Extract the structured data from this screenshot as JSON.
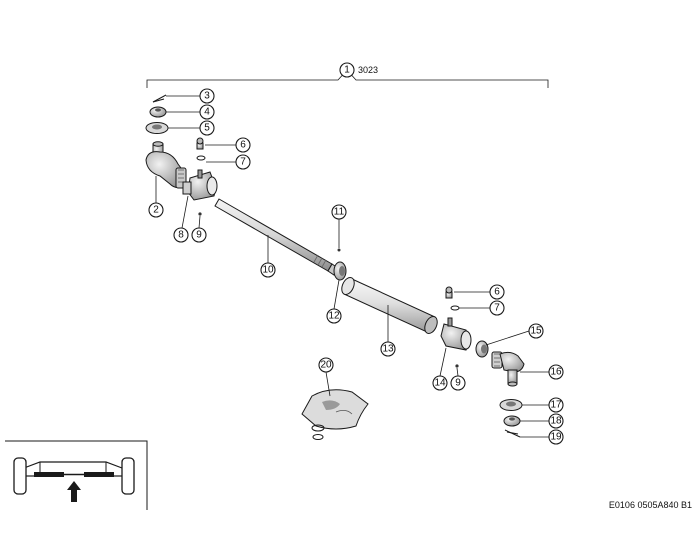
{
  "assembly": {
    "callout": "1",
    "part_number": "3023"
  },
  "figure_code": "E0106 0505A840 B1",
  "callouts": [
    "2",
    "3",
    "4",
    "5",
    "6",
    "7",
    "8",
    "9",
    "10",
    "11",
    "12",
    "13",
    "14",
    "9",
    "15",
    "16",
    "17",
    "18",
    "19",
    "6",
    "7",
    "20"
  ]
}
